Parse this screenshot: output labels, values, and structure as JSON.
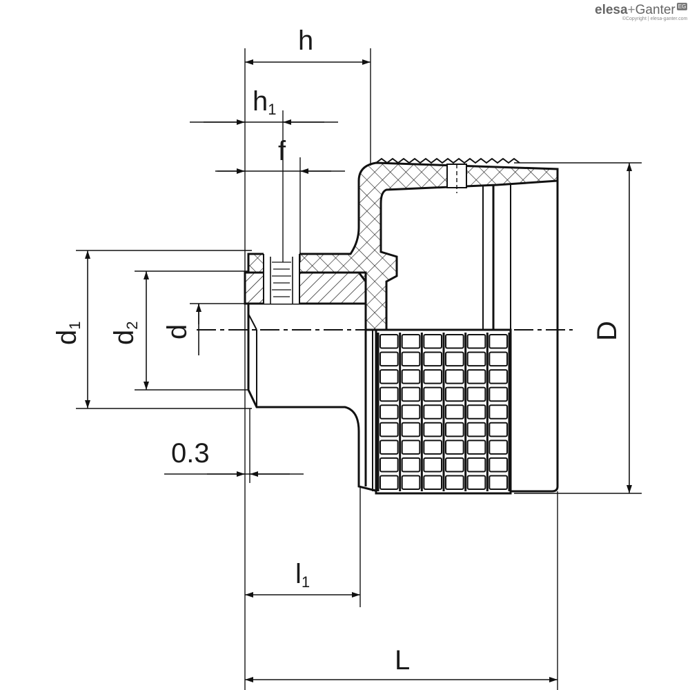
{
  "brand": {
    "name_part1": "elesa",
    "name_plus": "+",
    "name_part2": "Ganter",
    "badge": "EG",
    "copyright": "©Copyright | elesa-ganter.com"
  },
  "dimensions": {
    "h": {
      "main": "h",
      "sub": ""
    },
    "h1": {
      "main": "h",
      "sub": "1"
    },
    "f": {
      "main": "f",
      "sub": ""
    },
    "d1": {
      "main": "d",
      "sub": "1"
    },
    "d2": {
      "main": "d",
      "sub": "2"
    },
    "d": {
      "main": "d",
      "sub": ""
    },
    "D": {
      "main": "D",
      "sub": ""
    },
    "gap": {
      "main": "0.3",
      "sub": ""
    },
    "l1": {
      "main": "l",
      "sub": "1"
    },
    "L": {
      "main": "L",
      "sub": ""
    }
  }
}
